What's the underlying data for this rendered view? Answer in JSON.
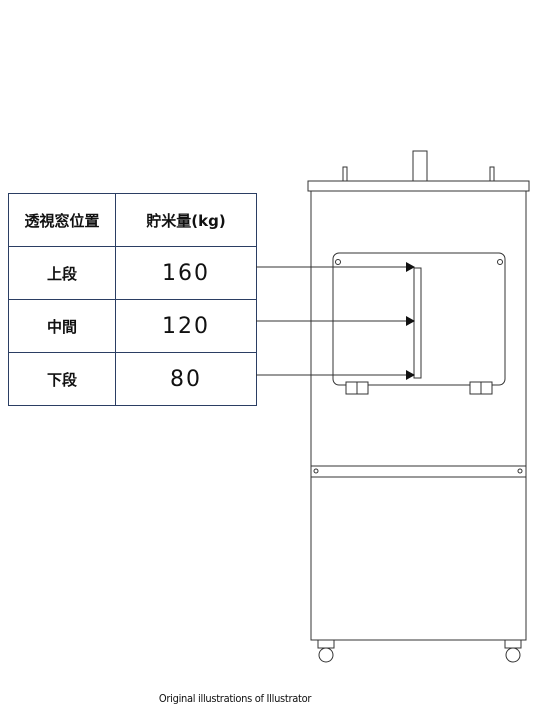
{
  "table": {
    "headers": {
      "window_position": "透視窓位置",
      "rice_amount": "貯米量(kg)"
    },
    "rows": [
      {
        "position": "上段",
        "amount": "160"
      },
      {
        "position": "中間",
        "amount": "120"
      },
      {
        "position": "下段",
        "amount": "80"
      }
    ]
  },
  "caption": "Original illustrations of Illustrator",
  "colors": {
    "table_border": "#2b3e63",
    "line": "#333333",
    "fill": "#ffffff"
  }
}
